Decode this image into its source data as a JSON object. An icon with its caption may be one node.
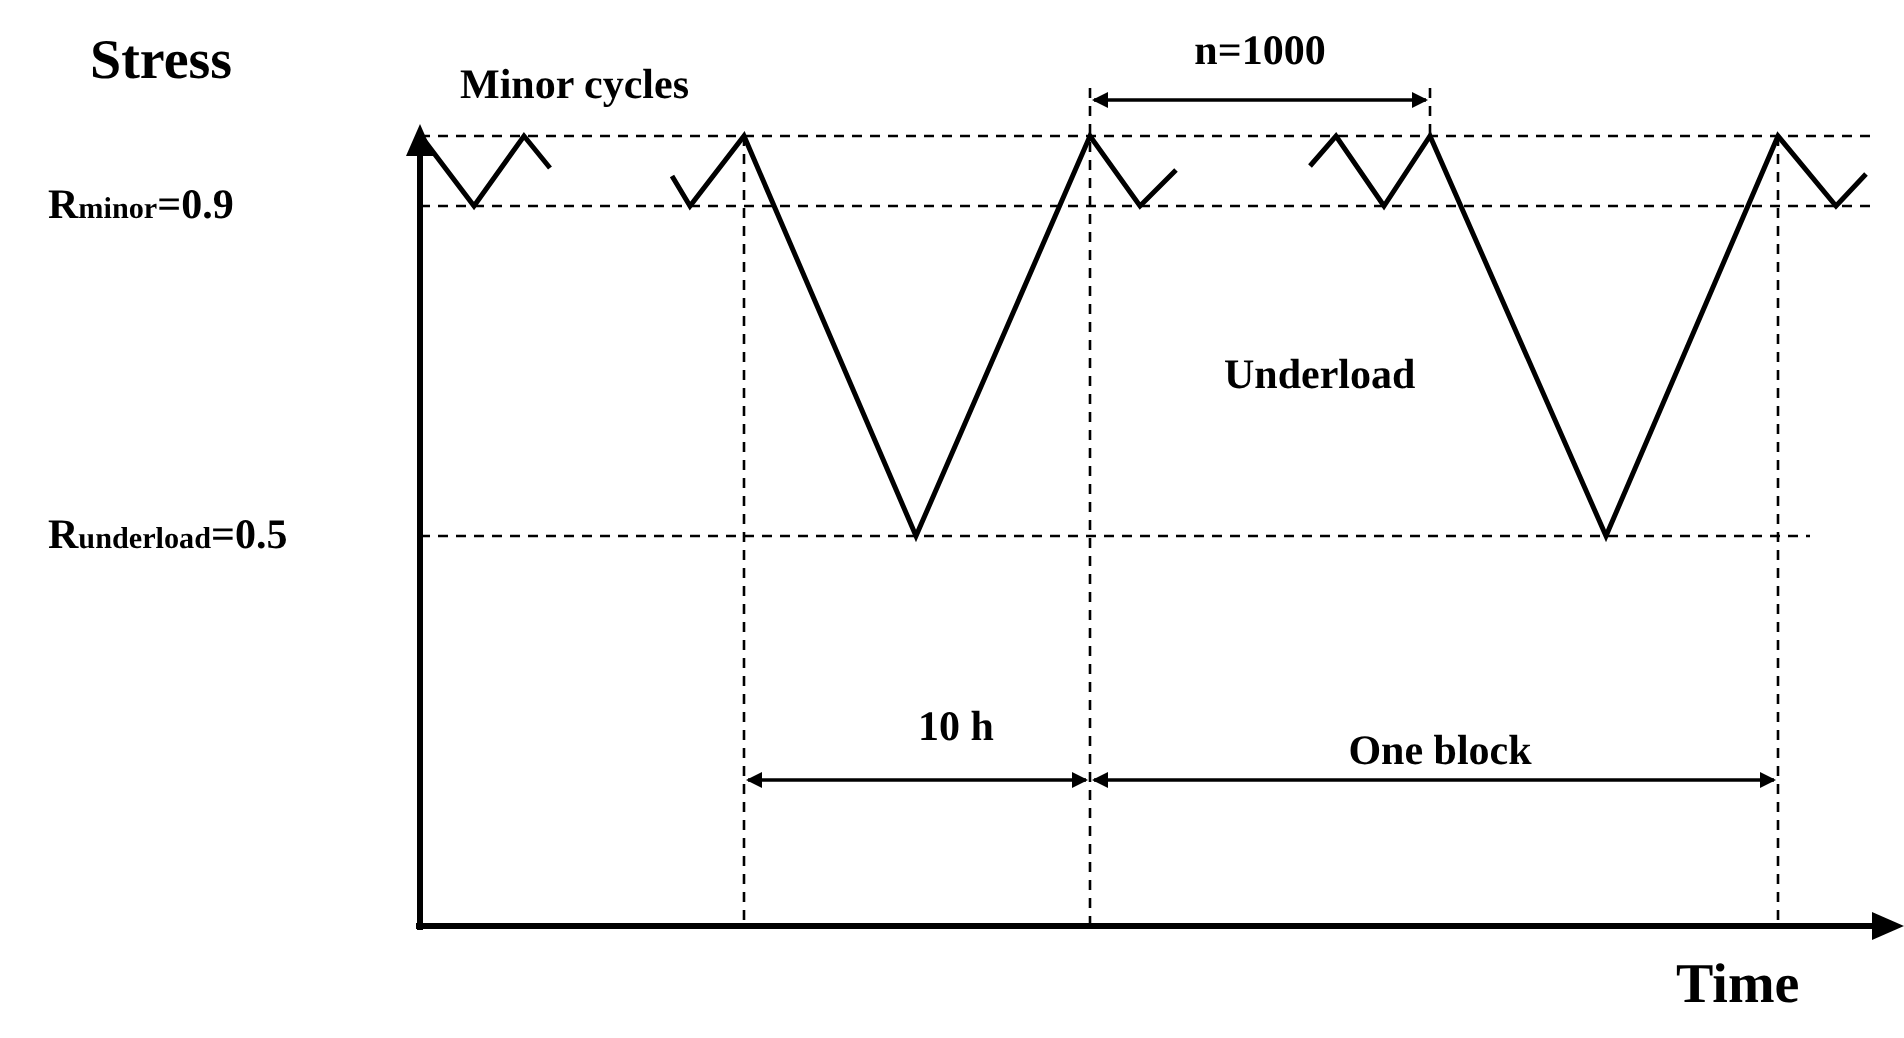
{
  "diagram": {
    "labels": [
      "Stress",
      "Minor cycles",
      "n=1000",
      "R$_{minor}$=0.9",
      "Underload",
      "R$_{underload}$=0.5",
      "10 h",
      "One block",
      "Time"
    ]
  }
}
